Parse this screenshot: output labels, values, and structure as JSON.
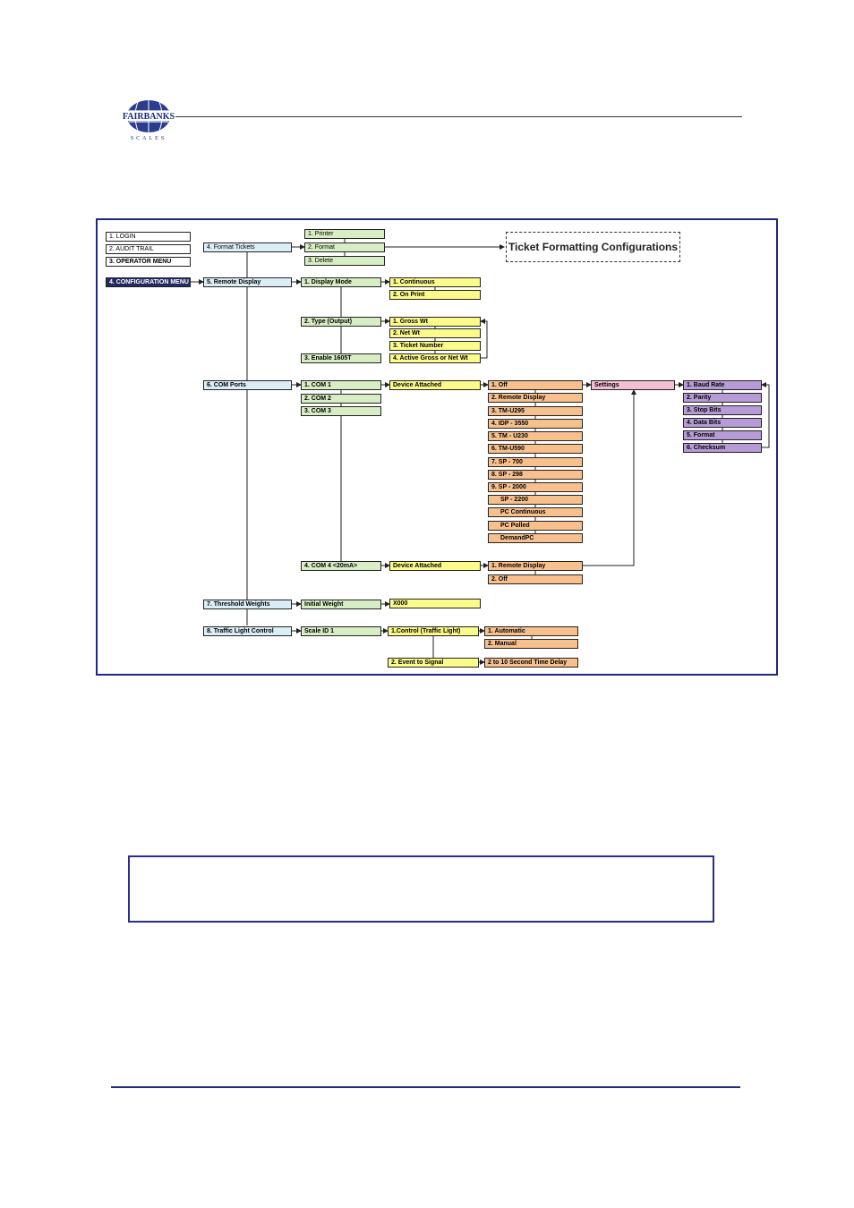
{
  "logo": {
    "text": "FAIRBANKS",
    "sub": "SCALES"
  },
  "diagram": {
    "main_menu": [
      "1. LOGIN",
      "2. AUDIT TRAIL",
      "3. OPERATOR MENU",
      "4. CONFIGURATION MENU"
    ],
    "config_items": [
      "4. Format Tickets",
      "5. Remote Display",
      "6. COM Ports",
      "7. Threshold Weights",
      "8. Traffic Light Control"
    ],
    "format_tickets": [
      "1. Printer",
      "2. Format",
      "3. Delete"
    ],
    "ticket_formatting": "Ticket Formatting Configurations",
    "remote_display": [
      "1. Display Mode",
      "2. Type (Output)",
      "3. Enable 1605T"
    ],
    "display_mode": [
      "1. Continuous",
      "2. On Print"
    ],
    "type_output": [
      "1. Gross Wt",
      "2. Net Wt",
      "3. Ticket Number",
      "4. Active Gross or Net Wt"
    ],
    "com_ports": [
      "1. COM 1",
      "2. COM 2",
      "3. COM 3",
      "4. COM 4 <20mA>"
    ],
    "device_attached": "Device Attached",
    "devices": [
      "1. Off",
      "2. Remote Display",
      "3. TM-U295",
      "4. IDP - 3550",
      "5. TM - U230",
      "6. TM-U590",
      "7. SP - 700",
      "8. SP - 298",
      "9. SP - 2000",
      "SP - 2200",
      "PC Continuous",
      "PC Polled",
      "DemandPC"
    ],
    "settings": "Settings",
    "settings_items": [
      "1. Baud Rate",
      "2. Parity",
      "3. Stop Bits",
      "4. Data Bits",
      "5. Format",
      "6. Checksum"
    ],
    "com4_devices": [
      "1. Remote Display",
      "2. Off"
    ],
    "threshold": {
      "item": "Initial Weight",
      "value": "X000"
    },
    "traffic": {
      "scale": "Scale ID 1",
      "control": "1.Control (Traffic Light)",
      "control_options": [
        "1. Automatic",
        "2. Manual"
      ],
      "event": "2. Event to Signal",
      "event_option": "2 to 10 Second Time Delay"
    }
  }
}
